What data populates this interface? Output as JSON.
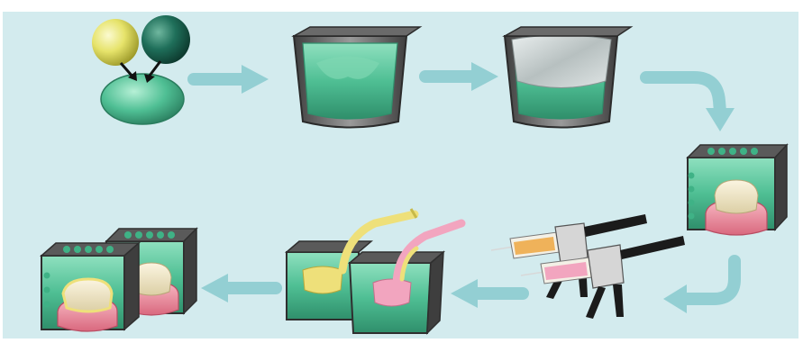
{
  "diagram": {
    "kind": "dental impression / tray workflow",
    "text": [],
    "colors": {
      "background": "#d3ebee",
      "border": "#ffffff",
      "arrow": "#93cfd3",
      "putty_green": "#4fbf94",
      "putty_green_dark": "#2f8f6b",
      "putty_green_light": "#8fe0bf",
      "tray_gray": "#7c7c7c",
      "tray_gray_dark": "#3f3f3f",
      "tray_gray_light": "#b9b9b9",
      "ball_yellow": "#e6e36a",
      "ball_teal": "#1f6f5a",
      "gum_pink": "#ef8fa0",
      "tooth_cream": "#f0e6c8",
      "yellow_material": "#eee07a",
      "pink_material": "#f2a5bf",
      "syringe_black": "#1b1b1b",
      "cartridge_orange": "#efb25a"
    },
    "steps": [
      {
        "id": "mix",
        "icons": [
          "yellow-ball-icon",
          "teal-ball-icon",
          "mixed-putty-icon"
        ]
      },
      {
        "id": "tray-filled",
        "icons": [
          "tray-icon",
          "putty-icon"
        ]
      },
      {
        "id": "tray-covered",
        "icons": [
          "tray-icon",
          "foil-icon"
        ]
      },
      {
        "id": "impression",
        "icons": [
          "tray-icon",
          "tooth-model-icon"
        ]
      },
      {
        "id": "dispense",
        "icons": [
          "cartridge-gun-icon",
          "cartridge-gun-icon"
        ]
      },
      {
        "id": "fill-impression",
        "icons": [
          "tray-icon",
          "nozzle-icon"
        ]
      },
      {
        "id": "result",
        "icons": [
          "tray-icon",
          "tooth-model-icon"
        ]
      }
    ]
  }
}
